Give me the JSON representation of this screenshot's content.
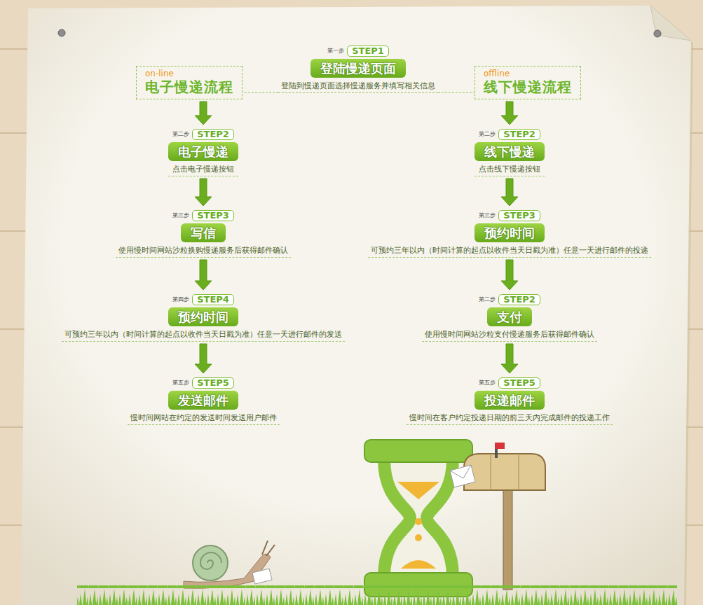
{
  "diagram": {
    "nodes": [
      {
        "text": [
          "第一步",
          "STEP1",
          "登陆慢递页面",
          "登陆到慢递页面选择慢递服务并填写相关信息"
        ]
      },
      {
        "text": [
          "on-line",
          "电子慢递流程"
        ]
      },
      {
        "text": [
          "offline",
          "线下慢递流程"
        ]
      },
      {
        "text": [
          "第二步",
          "STEP2",
          "电子慢递",
          "点击电子慢递按钮"
        ]
      },
      {
        "text": [
          "第二步",
          "STEP2",
          "线下慢递",
          "点击线下慢递按钮"
        ]
      },
      {
        "text": [
          "第三步",
          "STEP3",
          "写信",
          "使用慢时间网站沙粒换购慢递服务后获得邮件确认"
        ]
      },
      {
        "text": [
          "第三步",
          "STEP3",
          "预约时间",
          "可预约三年以内（时间计算的起点以收件当天日戳为准）任意一天进行邮件的投递"
        ]
      },
      {
        "text": [
          "第四步",
          "STEP4",
          "预约时间",
          "可预约三年以内（时间计算的起点以收件当天日戳为准）任意一天进行邮件的发送"
        ]
      },
      {
        "text": [
          "第二步",
          "STEP2",
          "支付",
          "使用慢时间网站沙粒支付慢递服务后获得邮件确认"
        ]
      },
      {
        "text": [
          "第五步",
          "STEP5",
          "发送邮件",
          "慢时间网站在约定的发送时间发送用户邮件"
        ]
      },
      {
        "text": [
          "第五步",
          "STEP5",
          "投递邮件",
          "慢时间在客户约定投递日期的前三天内完成邮件的投递工作"
        ]
      }
    ],
    "edges": [
      {
        "from": 0,
        "to": 1,
        "arrow": "none"
      },
      {
        "from": 0,
        "to": 2,
        "arrow": "none"
      },
      {
        "from": 1,
        "to": 3,
        "arrow": "to"
      },
      {
        "from": 3,
        "to": 5,
        "arrow": "to"
      },
      {
        "from": 5,
        "to": 7,
        "arrow": "to"
      },
      {
        "from": 7,
        "to": 9,
        "arrow": "to"
      },
      {
        "from": 2,
        "to": 4,
        "arrow": "to"
      },
      {
        "from": 4,
        "to": 6,
        "arrow": "to"
      },
      {
        "from": 6,
        "to": 8,
        "arrow": "to"
      },
      {
        "from": 8,
        "to": 10,
        "arrow": "to"
      }
    ]
  }
}
